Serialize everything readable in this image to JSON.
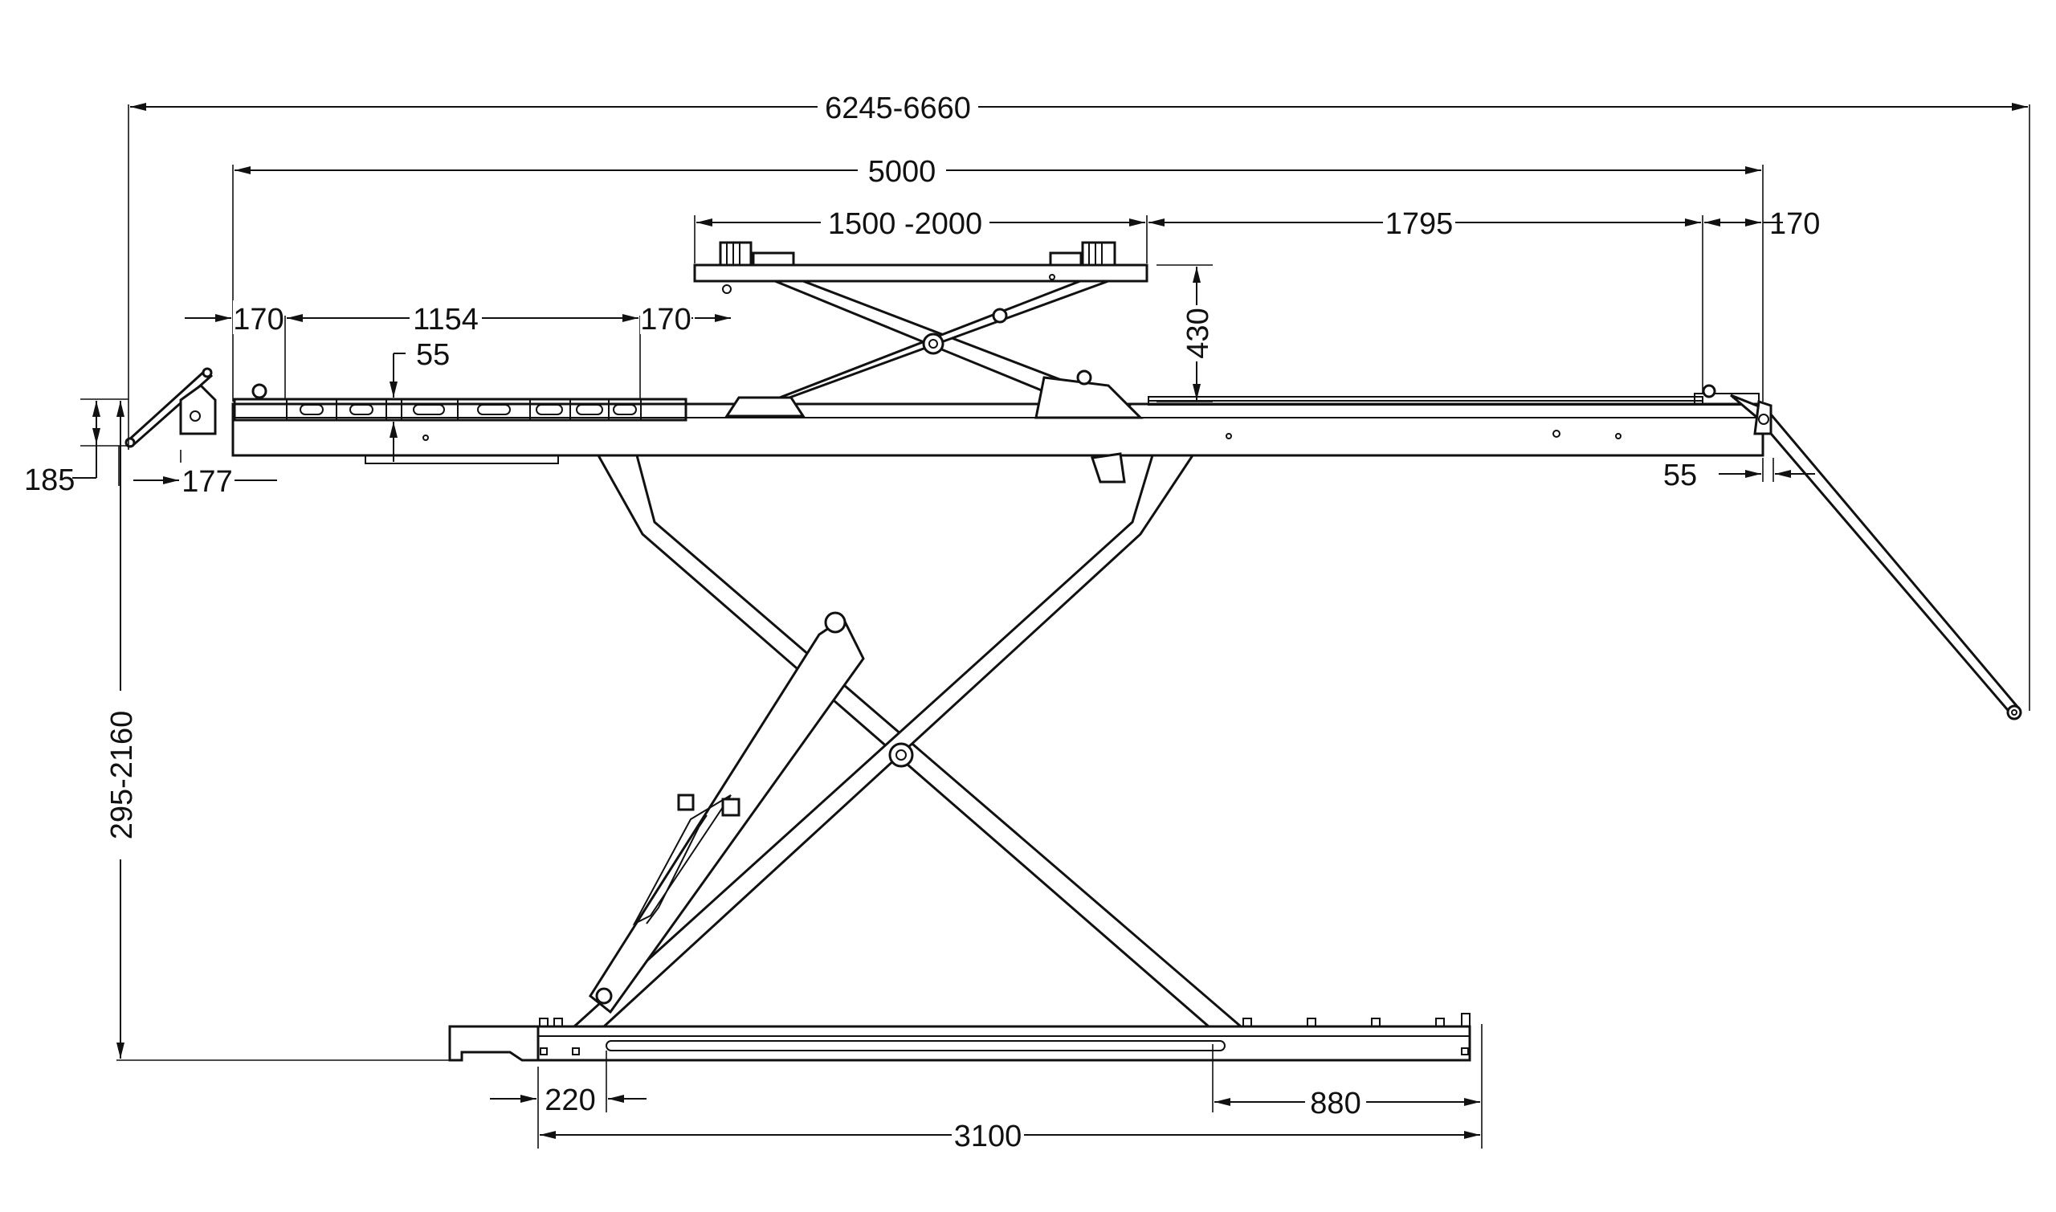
{
  "dimensions": {
    "overall_length": "6245-6660",
    "platform_length": "5000",
    "slide_table_width": "1500 -2000",
    "rear_section": "1795",
    "rear_end": "170",
    "front_offset_left": "170",
    "front_section": "1154",
    "front_offset_right": "170",
    "slot_height": "55",
    "slide_height": "430",
    "ramp_height": "185",
    "ramp_length": "177",
    "rear_step": "55",
    "lift_height_range": "295-2160",
    "base_offset": "220",
    "base_rear": "880",
    "base_length": "3100"
  }
}
